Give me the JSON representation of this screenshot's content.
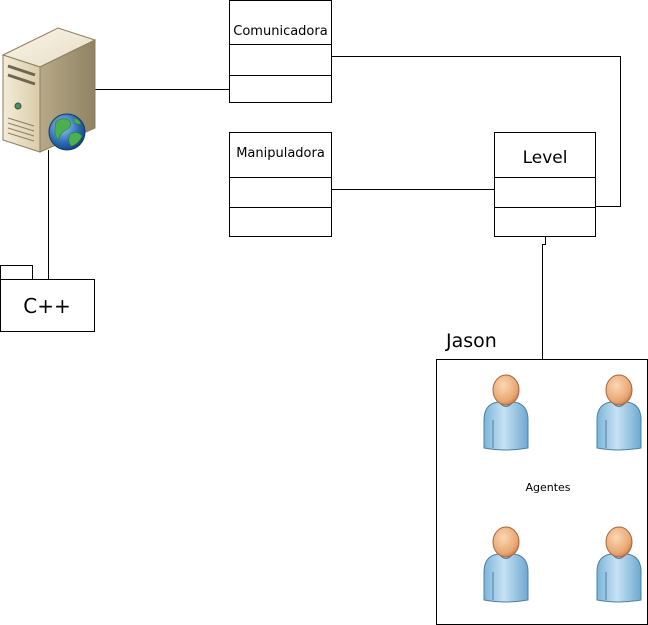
{
  "diagram": {
    "classes": {
      "comunicadora": "Comunicadora",
      "manipuladora": "Manipuladora",
      "level": "Level"
    },
    "package_cpp": "C++",
    "group_jason": "Jason",
    "agents_label": "Agentes",
    "icons": {
      "server": "server-icon",
      "globe": "globe-icon",
      "user": "user-icon"
    }
  }
}
